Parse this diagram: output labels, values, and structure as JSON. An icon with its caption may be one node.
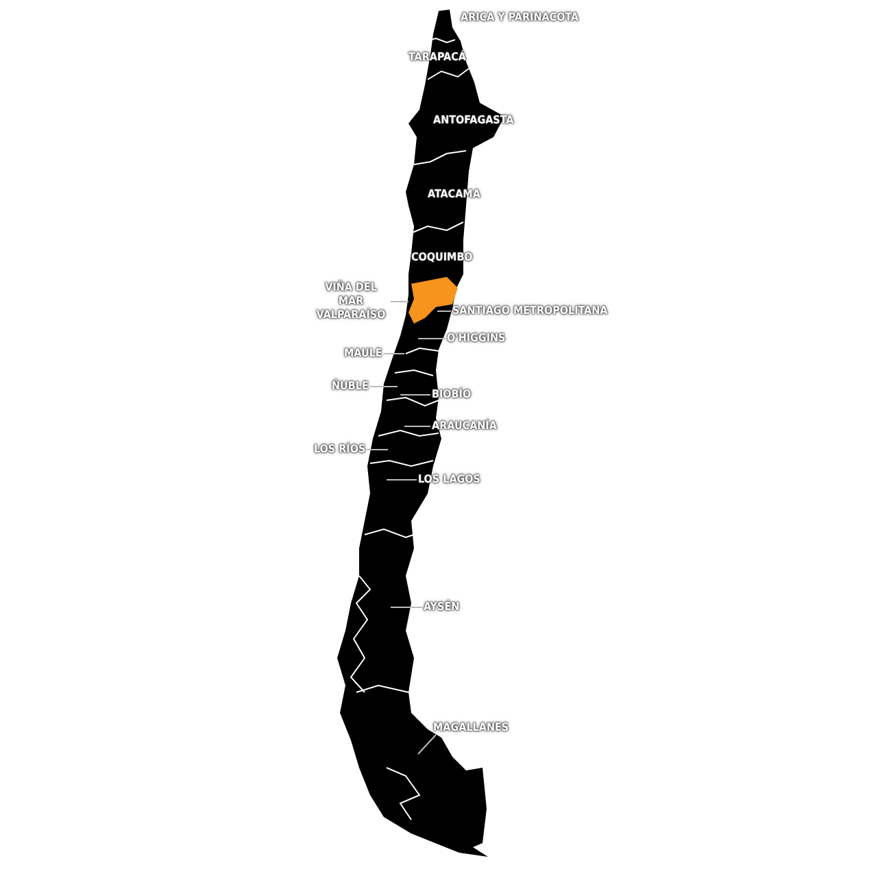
{
  "diagram": {
    "nodes": [
      {
        "text": [
          "VIÑA DEL MAR VALPARAÍSO"
        ]
      },
      {
        "text": [
          "SANTIAGO METROPOLITANA"
        ]
      },
      {
        "text": [
          "O'HIGGINS"
        ]
      },
      {
        "text": [
          "MAULE"
        ]
      },
      {
        "text": [
          "ÑUBLE"
        ]
      },
      {
        "text": [
          "BIOBÍO"
        ]
      },
      {
        "text": [
          "ARAUCANÍA"
        ]
      },
      {
        "text": [
          "LOS RÍOS"
        ]
      },
      {
        "text": [
          "LOS LAGOS"
        ]
      },
      {
        "text": [
          "AYSÉN"
        ]
      },
      {
        "text": [
          "MAGALLANES"
        ]
      },
      {
        "text": [],
        "shape": "picture"
      }
    ],
    "edges": [
      {
        "from": 0,
        "to": 11,
        "arrow": "none"
      },
      {
        "from": 1,
        "to": null,
        "arrow": "none"
      },
      {
        "from": 2,
        "to": null,
        "arrow": "none"
      },
      {
        "from": 3,
        "to": null,
        "arrow": "none"
      },
      {
        "from": 4,
        "to": null,
        "arrow": "none"
      },
      {
        "from": 5,
        "to": null,
        "arrow": "none"
      },
      {
        "from": 6,
        "to": null,
        "arrow": "none"
      },
      {
        "from": 7,
        "to": null,
        "arrow": "none"
      },
      {
        "from": 8,
        "to": null,
        "arrow": "none"
      },
      {
        "from": 9,
        "to": null,
        "arrow": "none"
      },
      {
        "from": 10,
        "to": null,
        "arrow": "none"
      }
    ],
    "labels": [
      "ARICA Y PARINACOTA",
      "TARAPACÁ",
      "ANTOFAGASTA",
      "ATACAMA",
      "COQUIMBO"
    ]
  }
}
